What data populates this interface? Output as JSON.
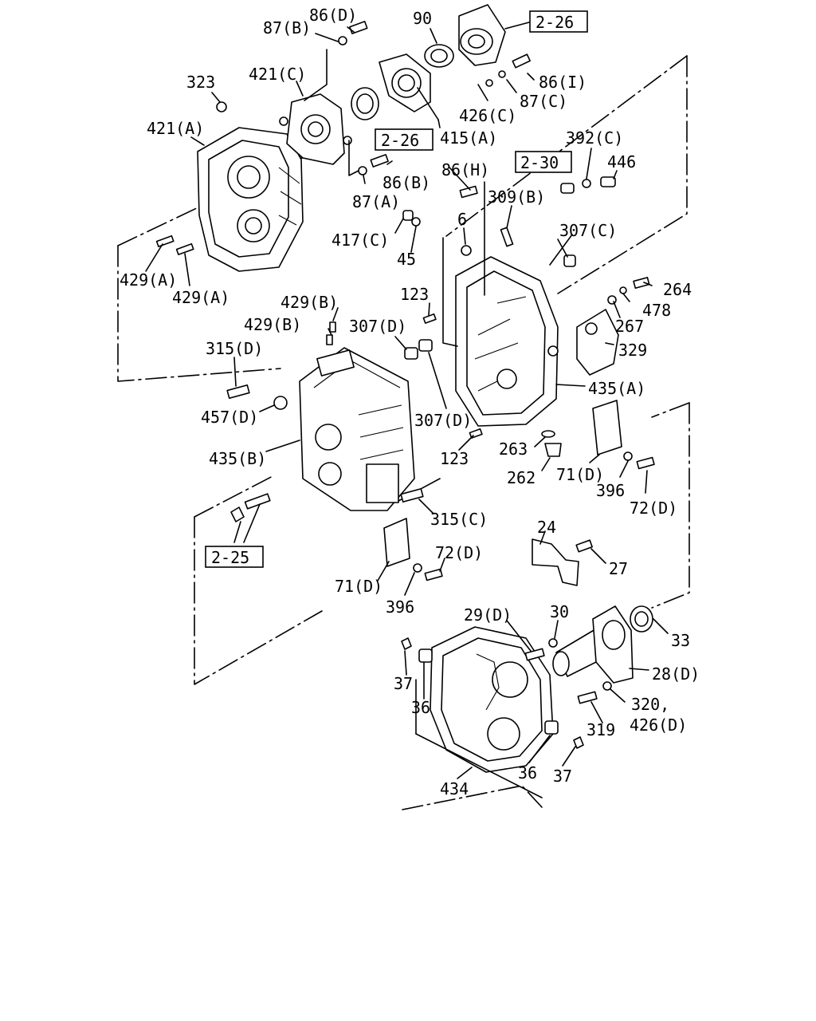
{
  "callouts": {
    "c86d": "86(D)",
    "c87b": "87(B)",
    "c90": "90",
    "c323": "323",
    "c421c": "421(C)",
    "c86i": "86(I)",
    "c421a": "421(A)",
    "c426c": "426(C)",
    "c87c": "87(C)",
    "c415a": "415(A)",
    "c392c": "392(C)",
    "c446": "446",
    "c86h": "86(H)",
    "c86b": "86(B)",
    "c87a": "87(A)",
    "c309b": "309(B)",
    "c6": "6",
    "c417c": "417(C)",
    "c307c": "307(C)",
    "c45": "45",
    "c429a1": "429(A)",
    "c429a2": "429(A)",
    "c264": "264",
    "c123a": "123",
    "c478": "478",
    "c429b1": "429(B)",
    "c429b2": "429(B)",
    "c307d1": "307(D)",
    "c267": "267",
    "c315d": "315(D)",
    "c329": "329",
    "c435a": "435(A)",
    "c457d": "457(D)",
    "c307d2": "307(D)",
    "c263": "263",
    "c435b": "435(B)",
    "c123b": "123",
    "c262": "262",
    "c71d1": "71(D)",
    "c396a": "396",
    "c72d1": "72(D)",
    "c315c": "315(C)",
    "c24": "24",
    "c72d2": "72(D)",
    "c27": "27",
    "c71d2": "71(D)",
    "c396b": "396",
    "c29d": "29(D)",
    "c30": "30",
    "c33": "33",
    "c28d": "28(D)",
    "c37a": "37",
    "c320": "320,",
    "c426d": "426(D)",
    "c36a": "36",
    "c319": "319",
    "c36b": "36",
    "c37b": "37",
    "c434": "434"
  },
  "refs": {
    "r226a": "2-26",
    "r226b": "2-26",
    "r230": "2-30",
    "r225": "2-25"
  }
}
